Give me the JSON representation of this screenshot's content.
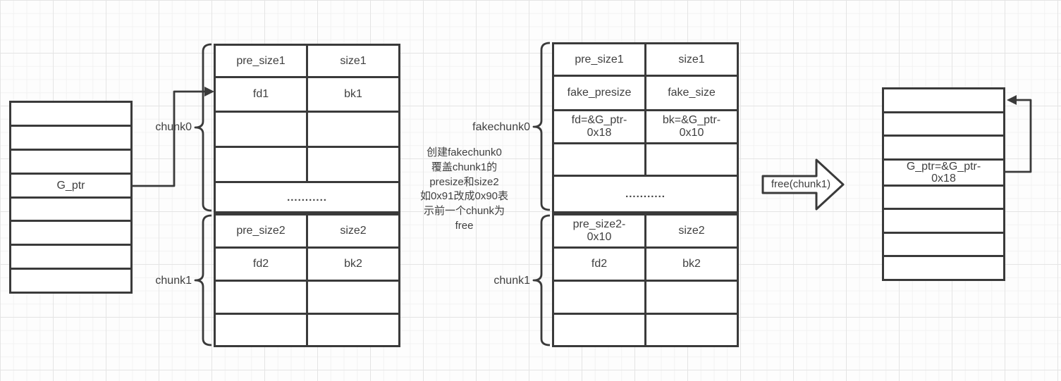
{
  "colors": {
    "stroke": "#3a3a3a",
    "text": "#3f3f3f",
    "shape_fill": "#ffffff",
    "grid_minor": "#f2f2f2",
    "grid_major": "#e4e4e4"
  },
  "left_table": {
    "rows": [
      "",
      "",
      "",
      "G_ptr",
      "",
      "",
      "",
      ""
    ]
  },
  "initial_heap": {
    "chunk0_label": "chunk0",
    "chunk1_label": "chunk1",
    "chunk0": {
      "rows": [
        {
          "l": "pre_size1",
          "r": "size1"
        },
        {
          "l": "fd1",
          "r": "bk1"
        },
        {
          "l": "",
          "r": ""
        },
        {
          "l": "",
          "r": ""
        }
      ],
      "dots": "..........."
    },
    "chunk1": {
      "rows": [
        {
          "l": "pre_size2",
          "r": "size2"
        },
        {
          "l": "fd2",
          "r": "bk2"
        },
        {
          "l": "",
          "r": ""
        },
        {
          "l": "",
          "r": ""
        }
      ]
    }
  },
  "faked_heap": {
    "chunk0_label": "fakechunk0",
    "chunk1_label": "chunk1",
    "chunk0": {
      "rows": [
        {
          "l": "pre_size1",
          "r": "size1"
        },
        {
          "l": "fake_presize",
          "r": "fake_size"
        },
        {
          "l": "fd=&G_ptr-\n0x18",
          "r": "bk=&G_ptr-\n0x10"
        },
        {
          "l": "",
          "r": ""
        }
      ],
      "dots": "..........."
    },
    "chunk1": {
      "rows": [
        {
          "l": "pre_size2-\n0x10",
          "r": "size2"
        },
        {
          "l": "fd2",
          "r": "bk2"
        },
        {
          "l": "",
          "r": ""
        },
        {
          "l": "",
          "r": ""
        }
      ]
    }
  },
  "annotation": "创建fakechunk0\n覆盖chunk1的\npresize和size2\n如0x91改成0x90表\n示前一个chunk为\nfree",
  "free_arrow": {
    "label": "free(chunk1)"
  },
  "result_table": {
    "rows": [
      "",
      "",
      "",
      "G_ptr=&G_ptr-\n0x18",
      "",
      "",
      "",
      ""
    ]
  }
}
